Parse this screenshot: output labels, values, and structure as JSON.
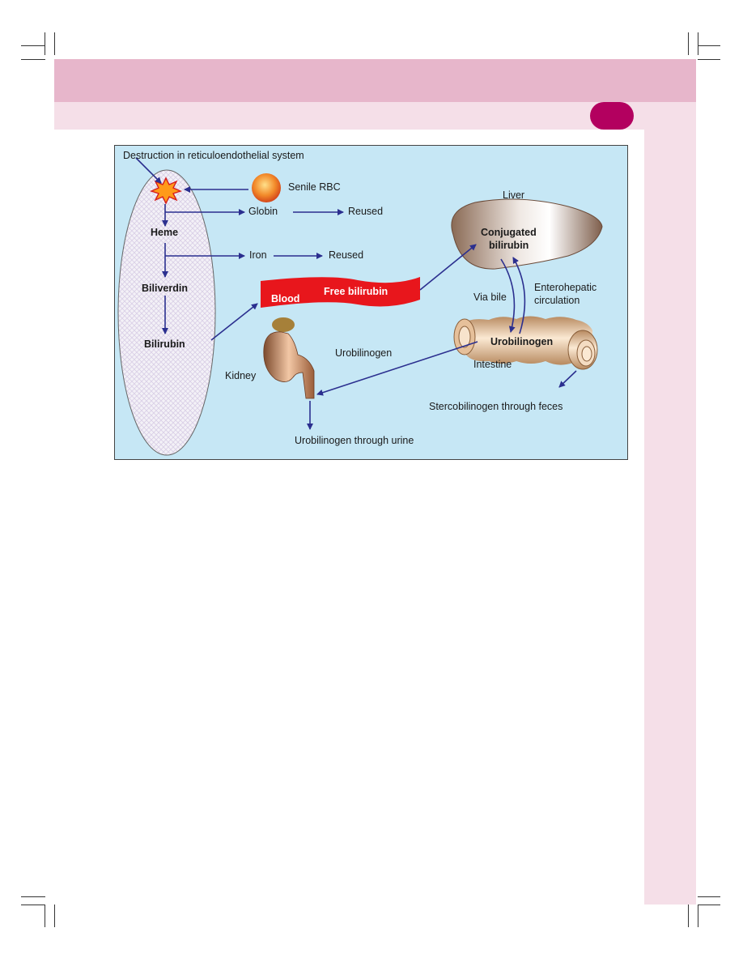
{
  "diagram": {
    "title_label": "Destruction in reticuloendothelial system",
    "senile_rbc": "Senile RBC",
    "globin": "Globin",
    "reused_1": "Reused",
    "heme": "Heme",
    "iron": "Iron",
    "reused_2": "Reused",
    "biliverdin": "Biliverdin",
    "bilirubin": "Bilirubin",
    "blood": "Blood",
    "free_bilirubin": "Free bilirubin",
    "liver": "Liver",
    "conjugated": "Conjugated",
    "bilirubin_liver": "bilirubin",
    "via_bile": "Via bile",
    "enterohepatic": "Enterohepatic",
    "circulation": "circulation",
    "urobilinogen_kidney": "Urobilinogen",
    "kidney": "Kidney",
    "urobilinogen_intestine": "Urobilinogen",
    "intestine": "Intestine",
    "stercobilinogen": "Stercobilinogen through feces",
    "urine": "Urobilinogen through urine"
  },
  "colors": {
    "header_band": "#e7b6cb",
    "sub_band": "#f5dfe8",
    "accent_pill": "#b3005f",
    "figure_bg": "#c6e7f5",
    "arrow": "#2b2f8f",
    "blood": "#e8161c"
  }
}
